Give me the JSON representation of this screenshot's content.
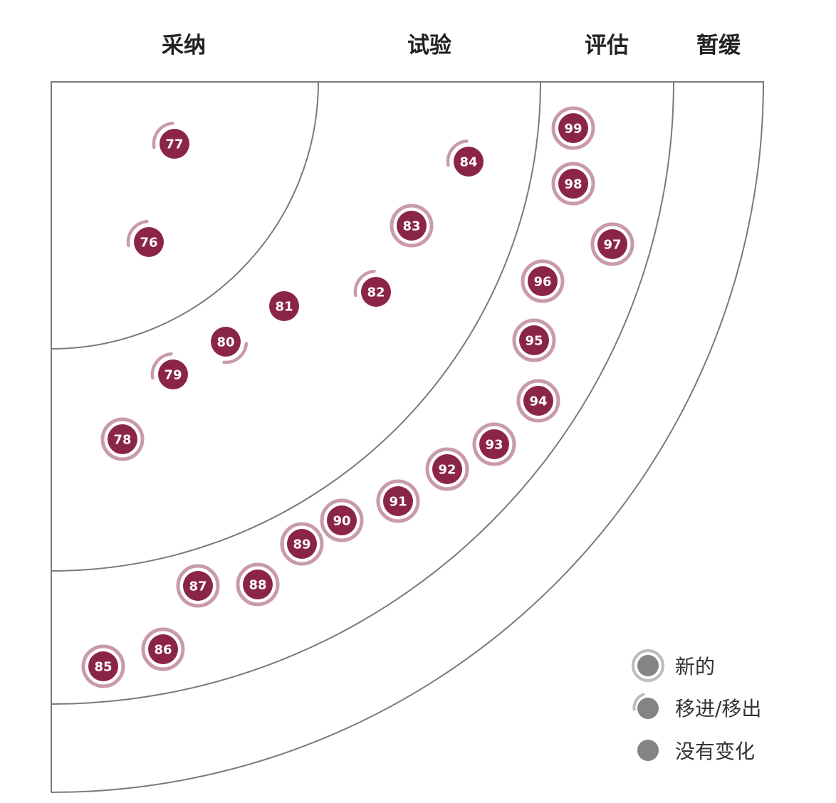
{
  "rings": [
    {
      "id": "adopt",
      "label": "采纳"
    },
    {
      "id": "trial",
      "label": "试验"
    },
    {
      "id": "assess",
      "label": "评估"
    },
    {
      "id": "hold",
      "label": "暂缓"
    }
  ],
  "colors": {
    "blip_fill": "#8b2547",
    "new_ring": "#c99aab",
    "moved_arc": "#c99aab",
    "blip_text": "#ffffff",
    "border": "#7a7a7a",
    "legend_fill": "#848484",
    "legend_ring": "#bcbcbc",
    "label_text": "#222222"
  },
  "blips": [
    {
      "number": "76",
      "status": "moved"
    },
    {
      "number": "77",
      "status": "moved"
    },
    {
      "number": "78",
      "status": "new"
    },
    {
      "number": "79",
      "status": "moved"
    },
    {
      "number": "80",
      "status": "moved"
    },
    {
      "number": "81",
      "status": "no-change"
    },
    {
      "number": "82",
      "status": "moved"
    },
    {
      "number": "83",
      "status": "new"
    },
    {
      "number": "84",
      "status": "moved"
    },
    {
      "number": "85",
      "status": "new"
    },
    {
      "number": "86",
      "status": "new"
    },
    {
      "number": "87",
      "status": "new"
    },
    {
      "number": "88",
      "status": "new"
    },
    {
      "number": "89",
      "status": "new"
    },
    {
      "number": "90",
      "status": "new"
    },
    {
      "number": "91",
      "status": "new"
    },
    {
      "number": "92",
      "status": "new"
    },
    {
      "number": "93",
      "status": "new"
    },
    {
      "number": "94",
      "status": "new"
    },
    {
      "number": "95",
      "status": "new"
    },
    {
      "number": "96",
      "status": "new"
    },
    {
      "number": "97",
      "status": "new"
    },
    {
      "number": "98",
      "status": "new"
    },
    {
      "number": "99",
      "status": "new"
    }
  ],
  "legend": {
    "new": "新的",
    "moved": "移进/移出",
    "no_change": "没有变化"
  }
}
